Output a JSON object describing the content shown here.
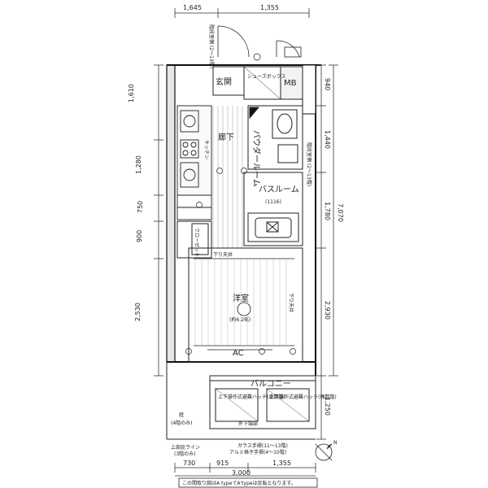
{
  "dims": {
    "top_left": "1,645",
    "top_right": "1,355",
    "left": [
      "1,610",
      "1,280",
      "750",
      "900",
      "2,530"
    ],
    "right": [
      "940",
      "1,440",
      "1,780",
      "2,930",
      "1,250"
    ],
    "right_total": "7,070",
    "bottom_parts": [
      "730",
      "915",
      "1,355"
    ],
    "bottom_total": "3,000"
  },
  "rooms": {
    "entrance": "玄関",
    "shoes_box": "シューズボックス",
    "mb": "MB",
    "powder_room": "パウダールーム",
    "corridor": "廊下",
    "kitchen": "キッチン",
    "bath_room": "バスルーム",
    "bath_size": "(1116)",
    "closet": "クローゼット",
    "western_room": "洋室",
    "western_size": "(約6.2帖)",
    "balcony": "バルコニー",
    "garden": "庭",
    "garden_note": "(4階のみ)",
    "ac": "AC"
  },
  "labels": {
    "shita_ri_tenjo_1": "下り天井",
    "shita_ri_tenjo_2": "下り天井",
    "hatch_left": "上下操作式避難ハッチ(奇数階)",
    "hatch_right": "上下操作式避難ハッチ(偶数階)",
    "slab": "外下端部",
    "floor_line": "上部庇ライン",
    "floor_line_note": "(3階のみ)",
    "glass_rail": "ガラス手摺(11〜13階)",
    "alum_rail": "アルミ格子手摺(4〜10階)",
    "stair_note": "階段室側 (2〜13階)",
    "compass": "N"
  },
  "footer": "この間取り図はA typeでA'typeは反転となります。"
}
